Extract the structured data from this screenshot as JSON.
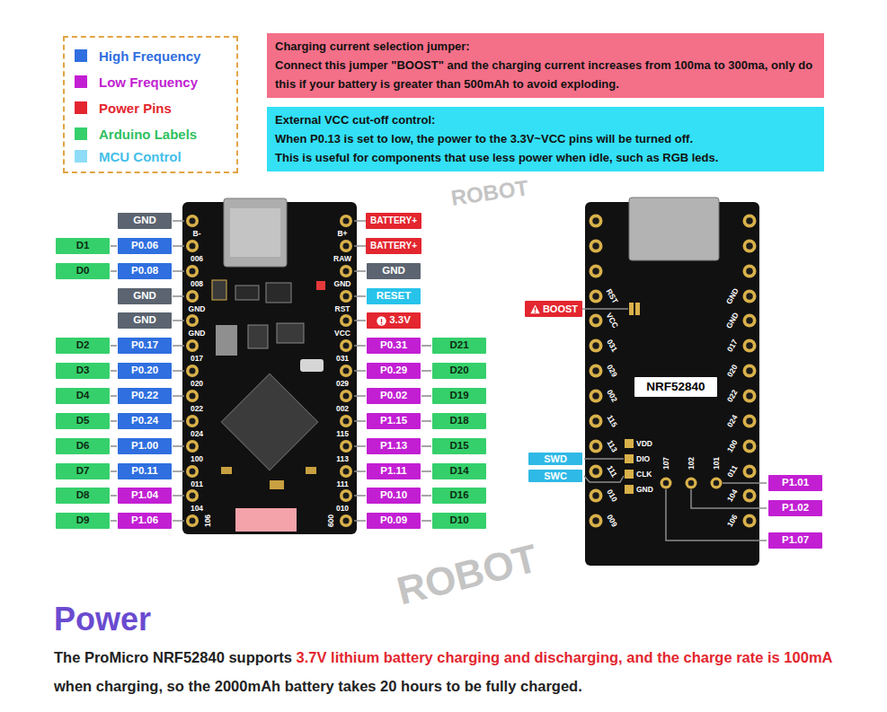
{
  "diagram": {
    "title": "Power",
    "nodes": [
      {
        "text": [
          "Charging current selection jumper:",
          "Connect this jumper \"BOOST\" and the charging current increases from 100ma to 300ma, only do this if your battery is greater than 500mAh to avoid exploding."
        ]
      },
      {
        "text": [
          "External VCC cut-off control:",
          "When P0.13 is set to low, the power to the 3.3V~VCC pins will be turned off.",
          "This is useful for components that use less power when idle, such as RGB leds."
        ]
      },
      {
        "text": [
          "GND"
        ]
      },
      {
        "text": [
          "D1"
        ]
      },
      {
        "text": [
          "P0.06"
        ]
      },
      {
        "text": [
          "D0"
        ]
      },
      {
        "text": [
          "P0.08"
        ]
      },
      {
        "text": [
          "GND"
        ]
      },
      {
        "text": [
          "GND"
        ]
      },
      {
        "text": [
          "D2"
        ]
      },
      {
        "text": [
          "P0.17"
        ]
      },
      {
        "text": [
          "D3"
        ]
      },
      {
        "text": [
          "P0.20"
        ]
      },
      {
        "text": [
          "D4"
        ]
      },
      {
        "text": [
          "P0.22"
        ]
      },
      {
        "text": [
          "D5"
        ]
      },
      {
        "text": [
          "P0.24"
        ]
      },
      {
        "text": [
          "D6"
        ]
      },
      {
        "text": [
          "P1.00"
        ]
      },
      {
        "text": [
          "D7"
        ]
      },
      {
        "text": [
          "P0.11"
        ]
      },
      {
        "text": [
          "D8"
        ]
      },
      {
        "text": [
          "P1.04"
        ]
      },
      {
        "text": [
          "D9"
        ]
      },
      {
        "text": [
          "P1.06"
        ]
      },
      {
        "text": [
          "BATTERY+"
        ]
      },
      {
        "text": [
          "BATTERY+"
        ]
      },
      {
        "text": [
          "GND"
        ]
      },
      {
        "text": [
          "RESET"
        ]
      },
      {
        "text": [
          "3.3V"
        ]
      },
      {
        "text": [
          "P0.31"
        ]
      },
      {
        "text": [
          "D21"
        ]
      },
      {
        "text": [
          "P0.29"
        ]
      },
      {
        "text": [
          "D20"
        ]
      },
      {
        "text": [
          "P0.02"
        ]
      },
      {
        "text": [
          "D19"
        ]
      },
      {
        "text": [
          "P1.15"
        ]
      },
      {
        "text": [
          "D18"
        ]
      },
      {
        "text": [
          "P1.13"
        ]
      },
      {
        "text": [
          "D15"
        ]
      },
      {
        "text": [
          "P1.11"
        ]
      },
      {
        "text": [
          "D14"
        ]
      },
      {
        "text": [
          "P0.10"
        ]
      },
      {
        "text": [
          "D16"
        ]
      },
      {
        "text": [
          "P0.09"
        ]
      },
      {
        "text": [
          "D10"
        ]
      },
      {
        "text": [
          "BOOST"
        ]
      },
      {
        "text": [
          "NRF52840"
        ]
      },
      {
        "text": [
          "SWD"
        ]
      },
      {
        "text": [
          "SWC"
        ]
      },
      {
        "text": [
          "P1.01"
        ]
      },
      {
        "text": [
          "P1.02"
        ]
      },
      {
        "text": [
          "P1.07"
        ]
      }
    ],
    "edges": [
      {
        "from": 3,
        "to": 4,
        "arrow": "none"
      },
      {
        "from": 5,
        "to": 6,
        "arrow": "none"
      },
      {
        "from": 9,
        "to": 10,
        "arrow": "none"
      },
      {
        "from": 11,
        "to": 12,
        "arrow": "none"
      },
      {
        "from": 13,
        "to": 14,
        "arrow": "none"
      },
      {
        "from": 15,
        "to": 16,
        "arrow": "none"
      },
      {
        "from": 17,
        "to": 18,
        "arrow": "none"
      },
      {
        "from": 19,
        "to": 20,
        "arrow": "none"
      },
      {
        "from": 21,
        "to": 22,
        "arrow": "none"
      },
      {
        "from": 23,
        "to": 24,
        "arrow": "none"
      },
      {
        "from": 30,
        "to": 31,
        "arrow": "none"
      },
      {
        "from": 32,
        "to": 33,
        "arrow": "none"
      },
      {
        "from": 34,
        "to": 35,
        "arrow": "none"
      },
      {
        "from": 36,
        "to": 37,
        "arrow": "none"
      },
      {
        "from": 38,
        "to": 39,
        "arrow": "none"
      },
      {
        "from": 40,
        "to": 41,
        "arrow": "none"
      },
      {
        "from": 42,
        "to": 43,
        "arrow": "none"
      },
      {
        "from": 44,
        "to": 45,
        "arrow": "none"
      }
    ],
    "labels": [
      "B-",
      "006",
      "008",
      "GND",
      "GND",
      "017",
      "020",
      "022",
      "024",
      "100",
      "011",
      "104",
      "106",
      "B+",
      "RAW",
      "GND",
      "RST",
      "VCC",
      "031",
      "029",
      "002",
      "115",
      "113",
      "111",
      "010",
      "009",
      "RST",
      "VCC",
      "031",
      "029",
      "002",
      "115",
      "113",
      "111",
      "010",
      "009",
      "GND",
      "GND",
      "017",
      "020",
      "022",
      "024",
      "100",
      "011",
      "104",
      "106",
      "VDD",
      "DIO",
      "CLK",
      "GND",
      "107",
      "102",
      "101",
      "ROBOT",
      "ROBOT",
      "The ProMicro NRF52840 supports",
      "3.7V lithium battery charging and discharging, and the charge rate is 100mA",
      "when charging, so the 2000mAh battery takes 20 hours to be fully charged."
    ],
    "legend": [
      {
        "text": "High Frequency",
        "color": "#2f6fdf"
      },
      {
        "text": "Low Frequency",
        "color": "#c21fd3"
      },
      {
        "text": "Power Pins",
        "color": "#e3262f"
      },
      {
        "text": "Arduino Labels",
        "color": "#35d06b"
      },
      {
        "text": "MCU Control",
        "color": "#8fdcf7"
      }
    ]
  }
}
